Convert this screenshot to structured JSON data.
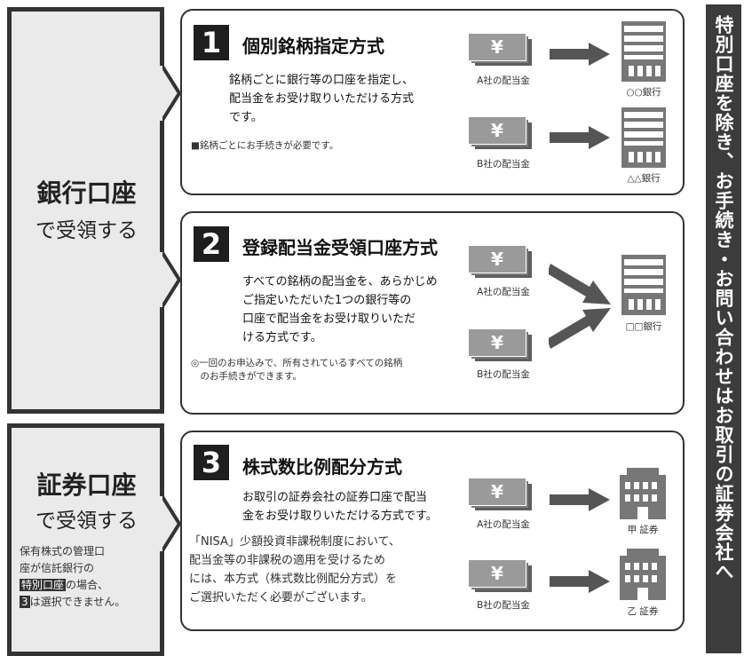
{
  "left_bank": {
    "title": "銀行口座",
    "subtitle": "で受領する"
  },
  "left_sec": {
    "title": "証券口座",
    "subtitle": "で受領する",
    "note_line1": "保有株式の管理口",
    "note_line2": "座が信託銀行の",
    "note_hl": "特別口座",
    "note_after": "の場合、",
    "note_num": "3",
    "note_last": "は選択できません。"
  },
  "method1": {
    "num": "1",
    "title": "個別銘柄指定方式",
    "desc": [
      "銘柄ごとに銀行等の口座を指定し、",
      "配当金をお受け取りいただける方式",
      "です。"
    ],
    "note": "■銘柄ごとにお手続きが必要です。",
    "money_a": "A社の配当金",
    "money_b": "B社の配当金",
    "bank_a": "○○銀行",
    "bank_b": "△△銀行"
  },
  "method2": {
    "num": "2",
    "title": "登録配当金受領口座方式",
    "desc": [
      "すべての銘柄の配当金を、あらかじめ",
      "ご指定いただいた1つの銀行等の",
      "口座で配当金をお受け取りいただ",
      "ける方式です。"
    ],
    "note": [
      "◎一回のお申込みで、所有されているすべての銘柄",
      "　のお手続きができます。"
    ],
    "money_a": "A社の配当金",
    "money_b": "B社の配当金",
    "bank": "□□銀行"
  },
  "method3": {
    "num": "3",
    "title": "株式数比例配分方式",
    "desc": [
      "お取引の証券会社の証券口座で配当",
      "金をお受け取りいただける方式です。"
    ],
    "nisa": [
      "「NISA」少額投資非課税制度において、",
      "配当金等の非課税の適用を受けるため",
      "には、本方式（株式数比例配分方式）を",
      "ご選択いただく必要がございます。"
    ],
    "money_a": "A社の配当金",
    "money_b": "B社の配当金",
    "sec_a": "甲 証券",
    "sec_b": "乙 証券"
  },
  "yen": "¥",
  "side_bar": "特別口座を除き、お手続き・お問い合わせはお取引の証券会社へ"
}
